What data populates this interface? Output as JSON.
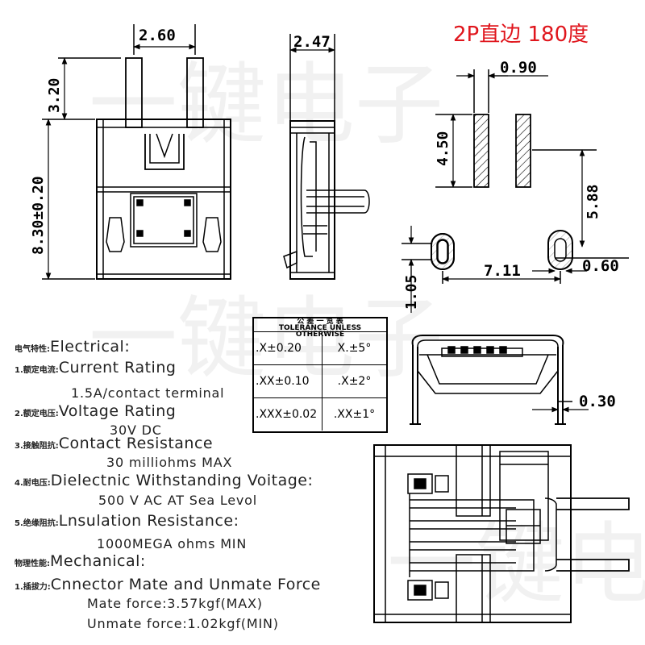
{
  "title": "2P直边 180度",
  "watermark": [
    "一键电子",
    "一键电子",
    "一键电子"
  ],
  "dimensions": {
    "front_width": "2.60",
    "pin_length": "3.20",
    "body_height": "8.30±0.20",
    "side_width": "2.47",
    "pad_width": "0.90",
    "pad_length": "4.50",
    "pad_offset": "5.88",
    "slot_width": "1.05",
    "slot_pitch": "7.11",
    "slot_gap": "0.60",
    "shell_thickness": "0.30"
  },
  "tolerance": {
    "heading_cn": "公 差 一 览 表",
    "heading_en": "TOLERANCE UNLESS OTHERWISE",
    "rows": [
      {
        "linear": ".X±0.20",
        "angle": "X.±5°"
      },
      {
        "linear": ".XX±0.10",
        "angle": ".X±2°"
      },
      {
        "linear": ".XXX±0.02",
        "angle": ".XX±1°"
      }
    ]
  },
  "specs": [
    {
      "cn": "电气特性:",
      "en": "Electrical:"
    },
    {
      "cn": "1.额定电流:",
      "en": "Current  Rating"
    },
    {
      "cn": "2.额定电压:",
      "en": "Voltage  Rating"
    },
    {
      "cn": "3.接触阻抗:",
      "en": "Contact  Resistance"
    },
    {
      "cn": "4.耐电压:",
      "en": "Dielectnic  Withstanding  Voitage:"
    },
    {
      "cn": "5.绝缘阻抗:",
      "en": "Lnsulation  Resistance:"
    },
    {
      "cn": "物理性能:",
      "en": "Mechanical:"
    },
    {
      "cn": "1.插拔力:",
      "en": "Cnnector  Mate  and  Unmate  Force"
    }
  ],
  "subs": [
    "1.5A/contact  terminal",
    "30V  DC",
    "30  milliohms  MAX",
    "500  V  AC  AT  Sea  Levol",
    "1000MEGA  ohms  MIN",
    "Mate  force:3.57kgf(MAX)",
    "Unmate  force:1.02kgf(MIN)"
  ]
}
